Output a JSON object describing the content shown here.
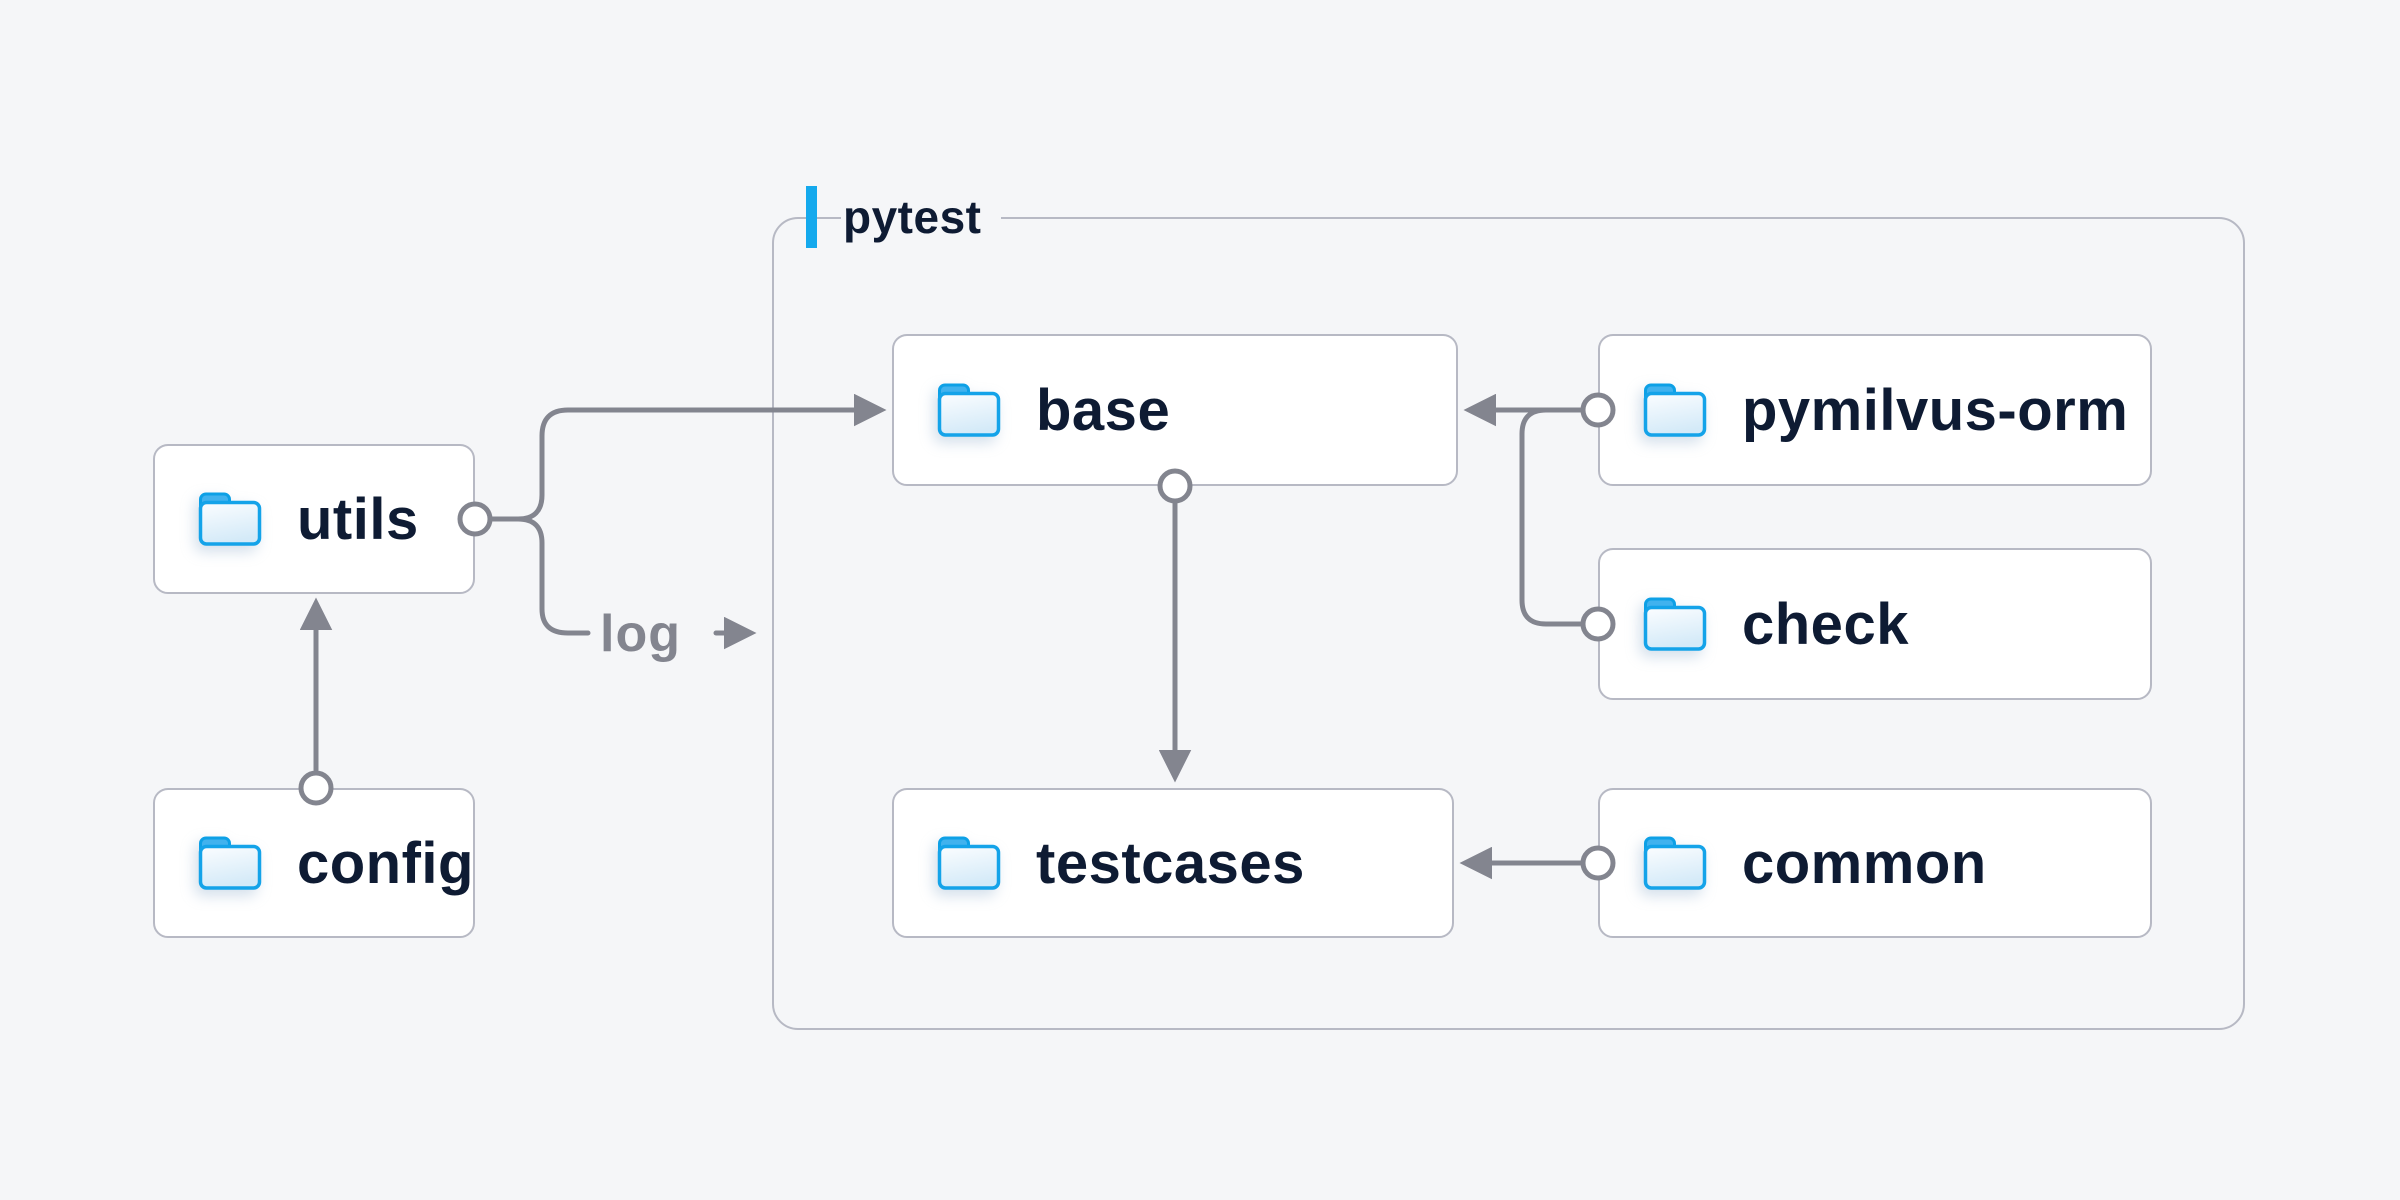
{
  "container": {
    "label": "pytest"
  },
  "nodes": {
    "utils": {
      "label": "utils",
      "icon": "folder-icon"
    },
    "config": {
      "label": "config",
      "icon": "folder-icon"
    },
    "base": {
      "label": "base",
      "icon": "folder-icon"
    },
    "pymilvus_orm": {
      "label": "pymilvus-orm",
      "icon": "folder-icon"
    },
    "check": {
      "label": "check",
      "icon": "folder-icon"
    },
    "testcases": {
      "label": "testcases",
      "icon": "folder-icon"
    },
    "common": {
      "label": "common",
      "icon": "folder-icon"
    }
  },
  "edges": {
    "config_utils": {
      "from": "config",
      "to": "utils",
      "label": ""
    },
    "utils_base": {
      "from": "utils",
      "to": "base",
      "label": ""
    },
    "utils_log": {
      "from": "utils",
      "to": "pytest",
      "label": "log"
    },
    "pymilvus_orm_base": {
      "from": "pymilvus-orm",
      "to": "base",
      "label": ""
    },
    "check_base": {
      "from": "check",
      "to": "base",
      "label": ""
    },
    "base_testcases": {
      "from": "base",
      "to": "testcases",
      "label": ""
    },
    "common_testcases": {
      "from": "common",
      "to": "testcases",
      "label": ""
    }
  },
  "colors": {
    "background": "#f5f6f8",
    "box_fill": "#ffffff",
    "box_border": "#b7b9c4",
    "line_gray": "#83858f",
    "text_dark": "#0e1b33",
    "edge_label_gray": "#83858f",
    "accent_blue": "#14a9ed",
    "folder_stroke": "#14a3e9",
    "folder_tab_fill": "#41b2ee",
    "folder_body_top": "#fafdff",
    "folder_body_bottom": "#d6ebf8"
  }
}
